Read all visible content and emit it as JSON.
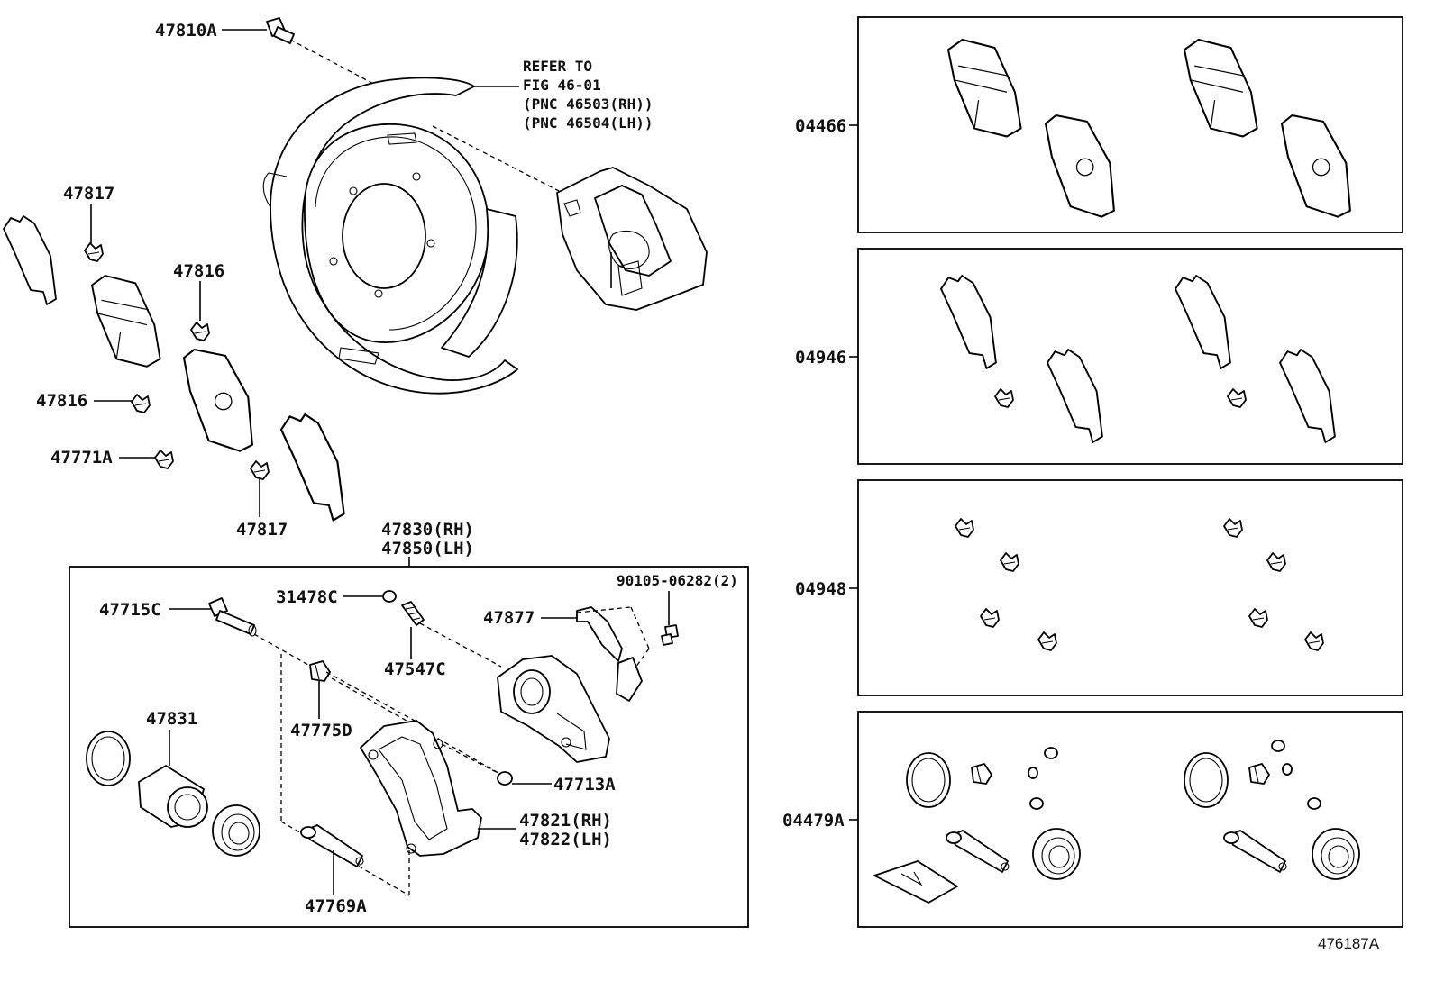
{
  "figure_id": "476187A",
  "note": {
    "line1": "REFER TO",
    "line2": "FIG 46-01",
    "line3": "(PNC 46503(RH))",
    "line4": "(PNC 46504(LH))"
  },
  "parts": {
    "p47810A": "47810A",
    "p47817_top": "47817",
    "p47816_top": "47816",
    "p47816_mid": "47816",
    "p47771A": "47771A",
    "p47817_bot": "47817",
    "p47830": "47830(RH)",
    "p47850": "47850(LH)",
    "p47715C": "47715C",
    "p31478C": "31478C",
    "p90105": "90105-06282(2)",
    "p47877": "47877",
    "p47547C": "47547C",
    "p47831": "47831",
    "p47775D": "47775D",
    "p47713A": "47713A",
    "p47821": "47821(RH)",
    "p47822": "47822(LH)",
    "p47769A": "47769A"
  },
  "kits": {
    "k04466": "04466",
    "k04946": "04946",
    "k04948": "04948",
    "k04479A": "04479A"
  }
}
